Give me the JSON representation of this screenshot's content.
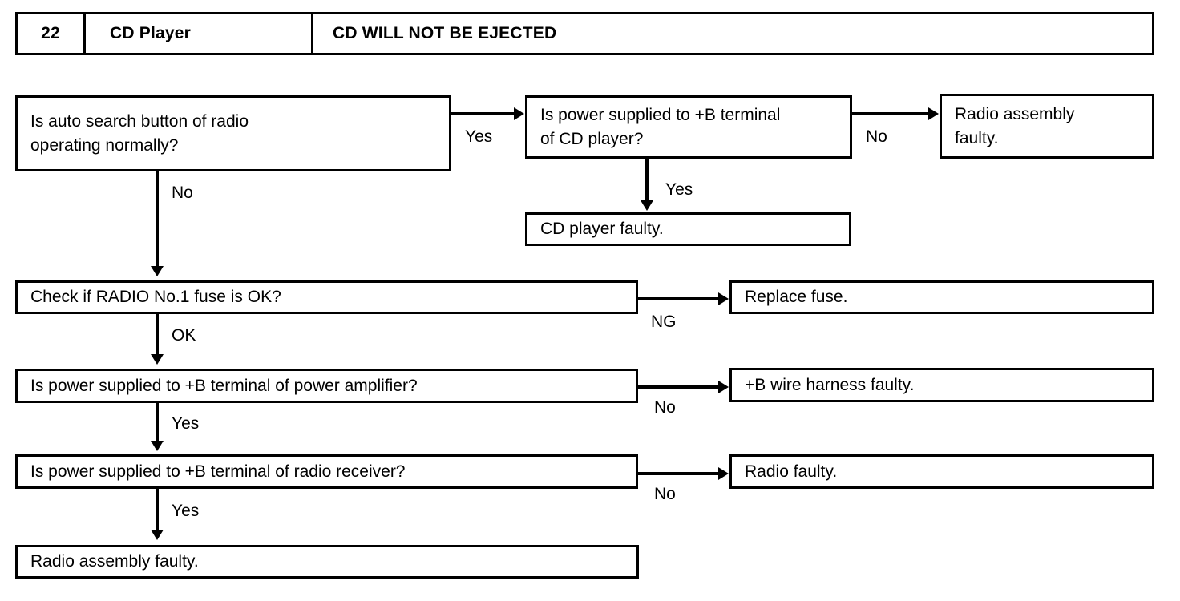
{
  "header": {
    "number": "22",
    "system": "CD Player",
    "symptom": "CD WILL NOT BE EJECTED"
  },
  "flowchart": {
    "nodes": [
      {
        "id": "q1",
        "label": "Is auto search button of radio\noperating normally?"
      },
      {
        "id": "q2",
        "label": "Is power supplied to +B terminal\nof CD player?"
      },
      {
        "id": "r1",
        "label": "Radio assembly\nfaulty."
      },
      {
        "id": "r2",
        "label": "CD player faulty."
      },
      {
        "id": "q3",
        "label": "Check if RADIO No.1 fuse is OK?"
      },
      {
        "id": "r3",
        "label": "Replace fuse."
      },
      {
        "id": "q4",
        "label": "Is power supplied to +B terminal of power amplifier?"
      },
      {
        "id": "r4",
        "label": "+B wire harness faulty."
      },
      {
        "id": "q5",
        "label": "Is power supplied to +B terminal of radio receiver?"
      },
      {
        "id": "r5",
        "label": "Radio faulty."
      },
      {
        "id": "r6",
        "label": "Radio assembly faulty."
      }
    ],
    "edges": [
      {
        "from": "q1",
        "to": "q2",
        "label": "Yes"
      },
      {
        "from": "q1",
        "to": "q3",
        "label": "No"
      },
      {
        "from": "q2",
        "to": "r1",
        "label": "No"
      },
      {
        "from": "q2",
        "to": "r2",
        "label": "Yes"
      },
      {
        "from": "q3",
        "to": "r3",
        "label": "NG"
      },
      {
        "from": "q3",
        "to": "q4",
        "label": "OK"
      },
      {
        "from": "q4",
        "to": "r4",
        "label": "No"
      },
      {
        "from": "q4",
        "to": "q5",
        "label": "Yes"
      },
      {
        "from": "q5",
        "to": "r5",
        "label": "No"
      },
      {
        "from": "q5",
        "to": "r6",
        "label": "Yes"
      }
    ]
  },
  "colors": {
    "ink": "#000000",
    "paper": "#ffffff"
  }
}
